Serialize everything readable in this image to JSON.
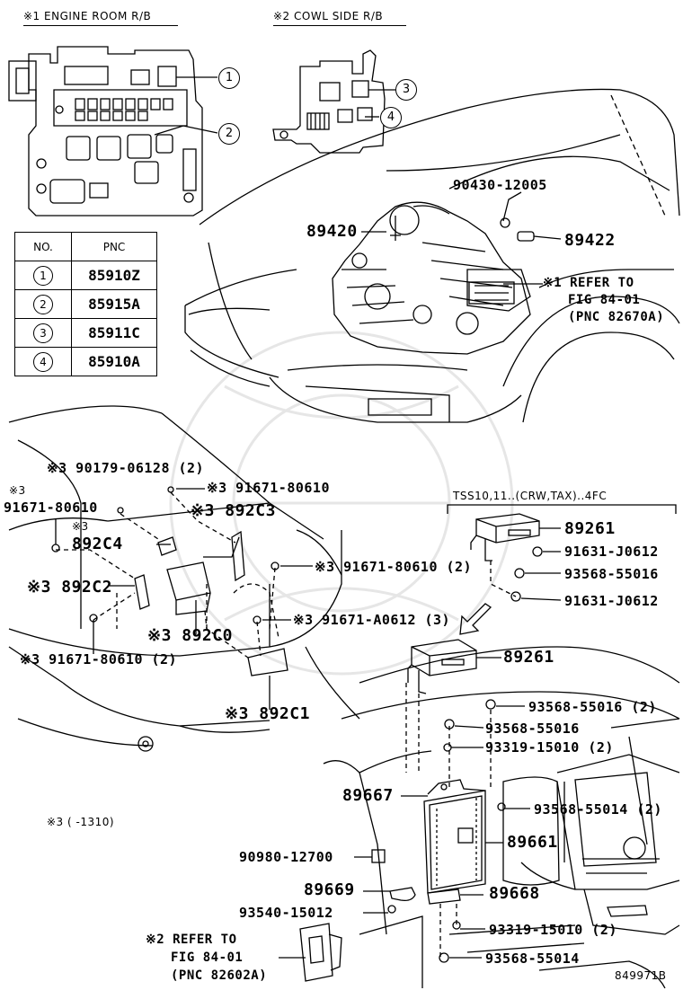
{
  "headers": {
    "engine_room": "※1  ENGINE ROOM R/B",
    "cowl_side": "※2  COWL SIDE R/B"
  },
  "relay_box_callouts": [
    "1",
    "2",
    "3",
    "4"
  ],
  "pnc_table": {
    "col_no": "NO.",
    "col_pnc": "PNC",
    "rows": [
      {
        "no": "1",
        "pnc": "85910Z"
      },
      {
        "no": "2",
        "pnc": "85915A"
      },
      {
        "no": "3",
        "pnc": "85911C"
      },
      {
        "no": "4",
        "pnc": "85910A"
      }
    ]
  },
  "engine_labels": {
    "p90430": "90430-12005",
    "p89420": "89420",
    "p89422": "89422",
    "ref1_a": "※1 REFER TO",
    "ref1_b": "FIG 84-01",
    "ref1_c": "(PNC 82670A)"
  },
  "bumper_labels": {
    "l90179": "※3 90179-06128 (2)",
    "l91671a": "※3 91671-80610",
    "l91671b_1": "※3",
    "l91671b_2": "91671-80610",
    "l892c4_1": "※3",
    "l892c4_2": "892C4",
    "l892c3": "※3 892C3",
    "l91671c": "※3 91671-80610 (2)",
    "l892c2": "※3 892C2",
    "l91671d": "※3 91671-A0612 (3)",
    "l892c0": "※3 892C0",
    "l91671e": "※3 91671-80610 (2)",
    "l892c1": "※3 892C1",
    "note3": "※3 (       -1310)"
  },
  "tss_labels": {
    "title": "TSS10,11..(CRW,TAX)..4FC",
    "p89261a": "89261",
    "p91631a": "91631-J0612",
    "p93568a": "93568-55016",
    "p91631b": "91631-J0612"
  },
  "dash_labels": {
    "p89261b": "89261",
    "p93568b": "93568-55016 (2)",
    "p93568c": "93568-55016",
    "p93319a": "93319-15010 (2)",
    "p89667": "89667",
    "p93568d": "93568-55014 (2)",
    "p89661": "89661",
    "p90980": "90980-12700",
    "p89669": "89669",
    "p89668": "89668",
    "p93540": "93540-15012",
    "p93319b": "93319-15010 (2)",
    "ref2_a": "※2 REFER TO",
    "ref2_b": "FIG 84-01",
    "ref2_c": "(PNC 82602A)",
    "p93568e": "93568-55014",
    "fig_id": "849971B"
  }
}
